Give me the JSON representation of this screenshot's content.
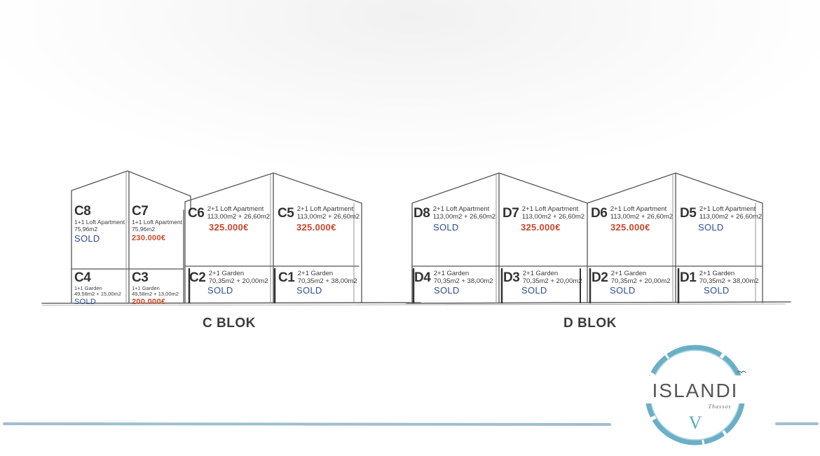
{
  "units": {
    "c8": {
      "code": "C8",
      "type": "1+1 Loft Apartment",
      "area": "75,96m2",
      "status": "SOLD"
    },
    "c7": {
      "code": "C7",
      "type": "1+1 Loft Apartment",
      "area": "75,96m2",
      "status": "230.000€"
    },
    "c6": {
      "code": "C6",
      "type": "2+1 Loft Apartment",
      "area": "113,00m2 + 26,60m2",
      "status": "325.000€"
    },
    "c5": {
      "code": "C5",
      "type": "2+1 Loft Apartment",
      "area": "113,00m2 + 26,60m2",
      "status": "325.000€"
    },
    "c4": {
      "code": "C4",
      "type": "1+1 Garden",
      "area": "49,58m2 + 15,00m2",
      "status": "SOLD"
    },
    "c3": {
      "code": "C3",
      "type": "1+1 Garden",
      "area": "49,58m2 + 13,00m2",
      "status": "200.000€"
    },
    "c2": {
      "code": "C2",
      "type": "2+1 Garden",
      "area": "70,35m2 + 20,00m2",
      "status": "SOLD"
    },
    "c1": {
      "code": "C1",
      "type": "2+1 Garden",
      "area": "70,35m2 + 38,00m2",
      "status": "SOLD"
    },
    "d8": {
      "code": "D8",
      "type": "2+1 Loft Apartment",
      "area": "113,00m2 + 26,60m2",
      "status": "SOLD"
    },
    "d7": {
      "code": "D7",
      "type": "2+1 Loft Apartment",
      "area": "113,00m2 + 26,60m2",
      "status": "325.000€"
    },
    "d6": {
      "code": "D6",
      "type": "2+1 Loft Apartment",
      "area": "113,00m2 + 26,60m2",
      "status": "325.000€"
    },
    "d5": {
      "code": "D5",
      "type": "2+1 Loft Apartment",
      "area": "113,00m2 + 26,60m2",
      "status": "SOLD"
    },
    "d4": {
      "code": "D4",
      "type": "2+1 Garden",
      "area": "70,35m2 + 38,00m2",
      "status": "SOLD"
    },
    "d3": {
      "code": "D3",
      "type": "2+1 Garden",
      "area": "70,35m2 + 20,00m2",
      "status": "SOLD"
    },
    "d2": {
      "code": "D2",
      "type": "2+1 Garden",
      "area": "70,35m2 + 20,00m2",
      "status": "SOLD"
    },
    "d1": {
      "code": "D1",
      "type": "2+1 Garden",
      "area": "70,35m2 + 38,00m2",
      "status": "SOLD"
    }
  },
  "blocks": {
    "c_label": "C BLOK",
    "d_label": "D BLOK"
  },
  "logo": {
    "name": "ISLANDI",
    "location": "Thassos",
    "mark": "V"
  },
  "colors": {
    "sold": "#2e4d93",
    "price": "#c8472b",
    "logo": "#5aa6bf",
    "line": "#8fb3c6"
  }
}
